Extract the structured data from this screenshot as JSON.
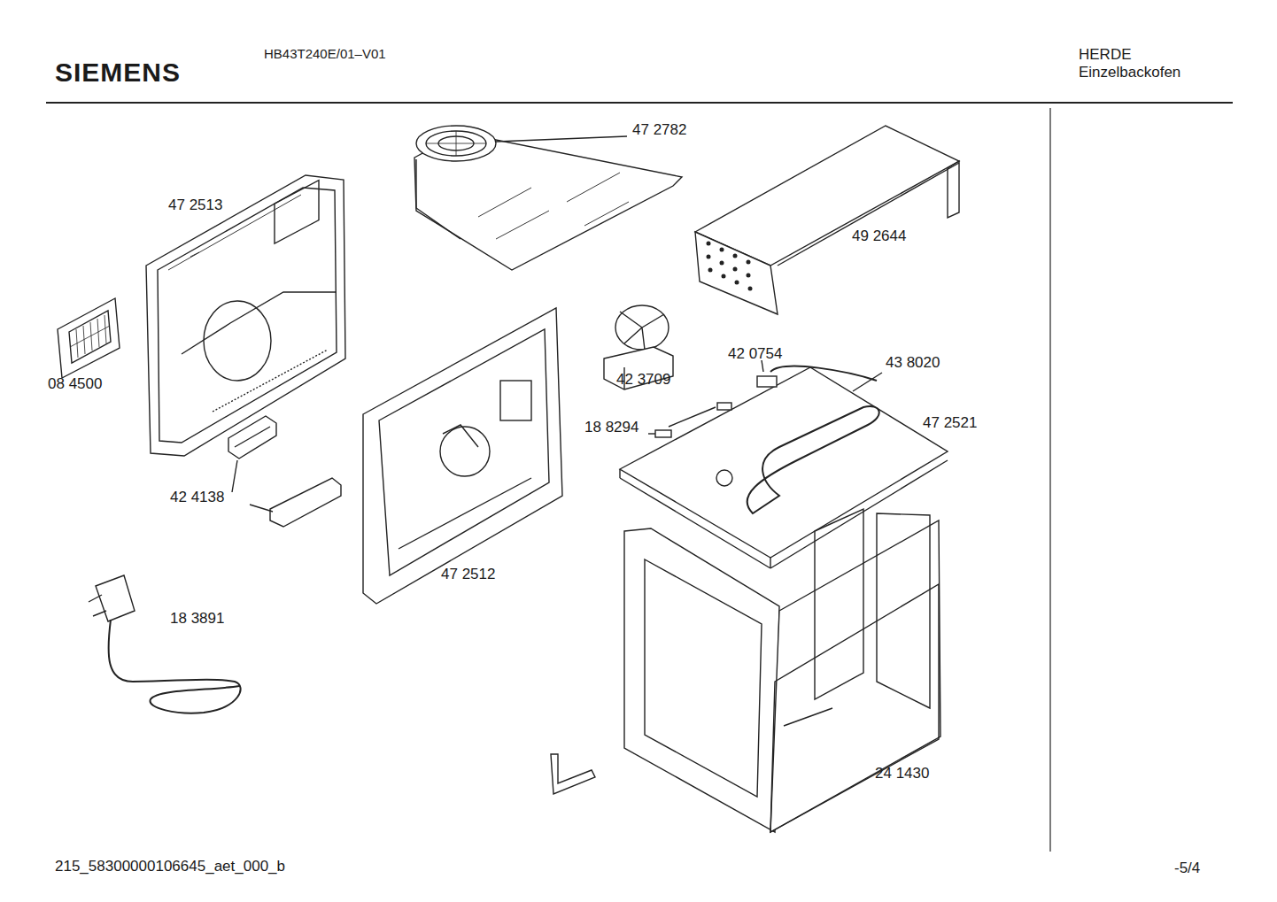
{
  "diagram": {
    "labels": [
      "SIEMENS",
      "HB43T240E/01–V01",
      "HERDE",
      "Einzelbackofen",
      "47 2782",
      "47 2513",
      "49 2644",
      "08 4500",
      "42 0754",
      "43 8020",
      "42 3709",
      "47 2521",
      "18 8294",
      "42 4138",
      "47 2512",
      "18 3891",
      "24 1430",
      "215_58300000106645_aet_000_b",
      "-5/4"
    ]
  }
}
